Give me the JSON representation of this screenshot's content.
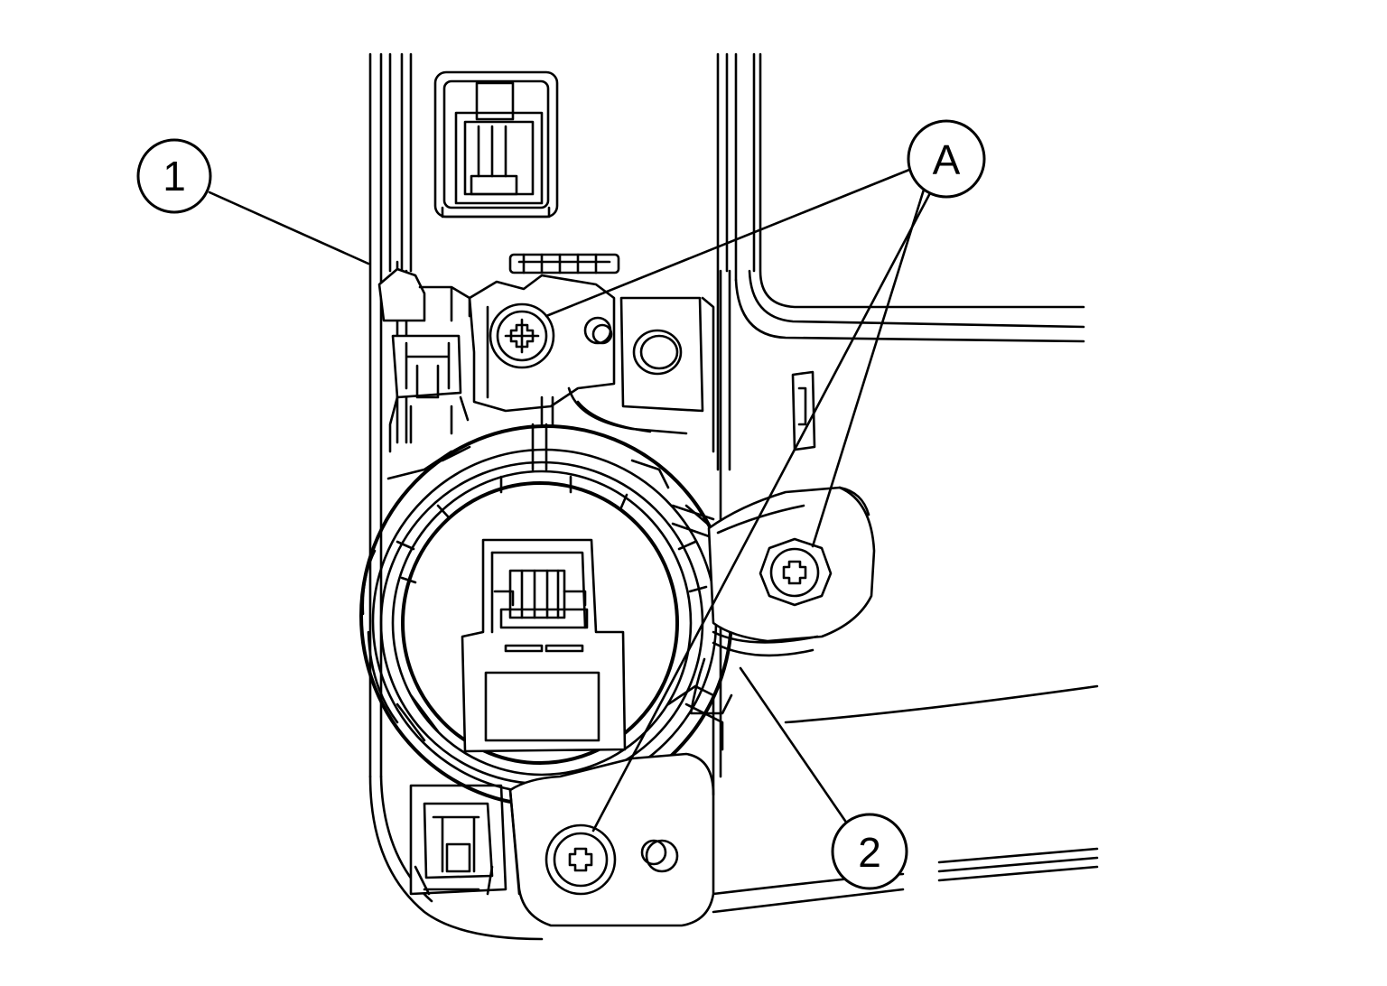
{
  "callouts": {
    "part_1": "1",
    "part_2": "2",
    "screws": "A"
  }
}
